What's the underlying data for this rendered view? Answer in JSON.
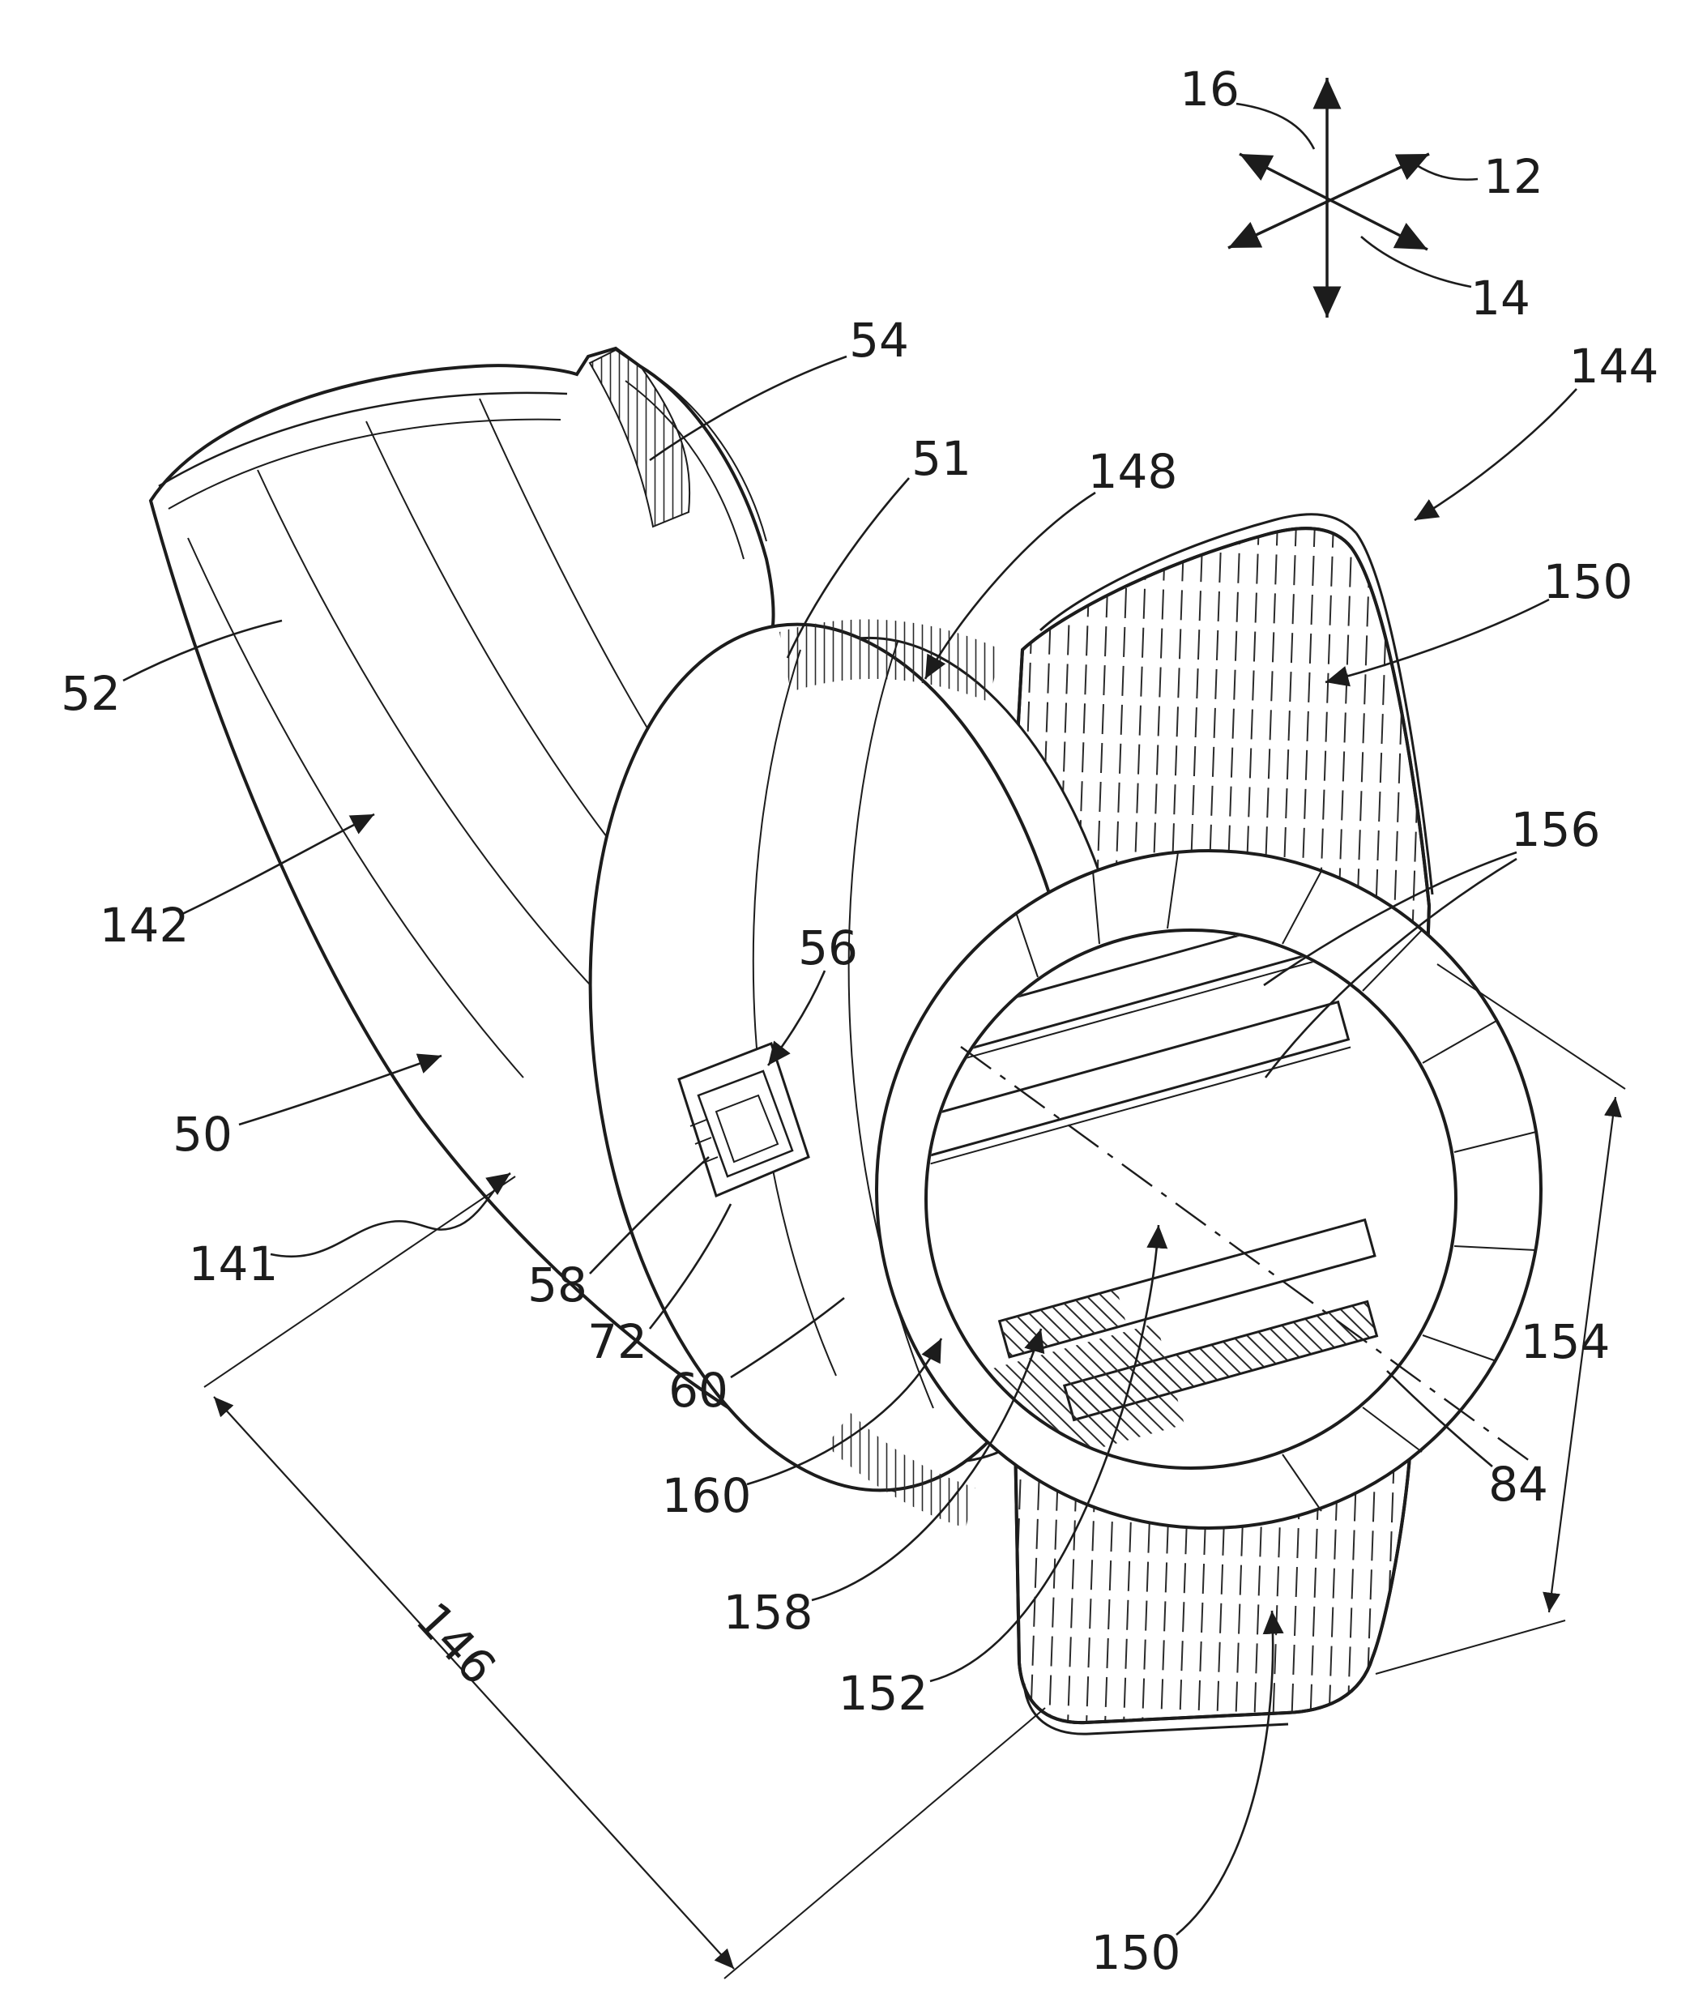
{
  "colors": {
    "ink": "#1c1c1c",
    "paper": "#ffffff"
  },
  "labels": {
    "n12": "12",
    "n14": "14",
    "n16": "16",
    "n50": "50",
    "n51": "51",
    "n52": "52",
    "n54": "54",
    "n56": "56",
    "n58": "58",
    "n60": "60",
    "n72": "72",
    "n84": "84",
    "n141": "141",
    "n142": "142",
    "n144": "144",
    "n146": "146",
    "n148": "148",
    "n150_top": "150",
    "n150_bottom": "150",
    "n152": "152",
    "n154": "154",
    "n156": "156",
    "n158": "158",
    "n160": "160"
  }
}
